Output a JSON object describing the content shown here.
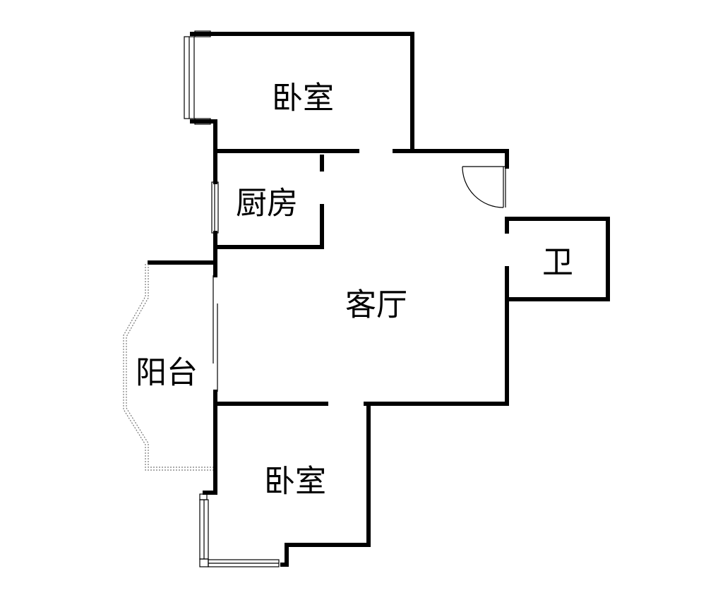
{
  "colors": {
    "wall": "#000000",
    "background": "#ffffff",
    "balcony_outline": "#777777"
  },
  "rooms": {
    "bedroom_top": "卧室",
    "kitchen": "厨房",
    "living_room": "客厅",
    "bathroom": "卫",
    "balcony": "阳台",
    "bedroom_bottom": "卧室"
  }
}
